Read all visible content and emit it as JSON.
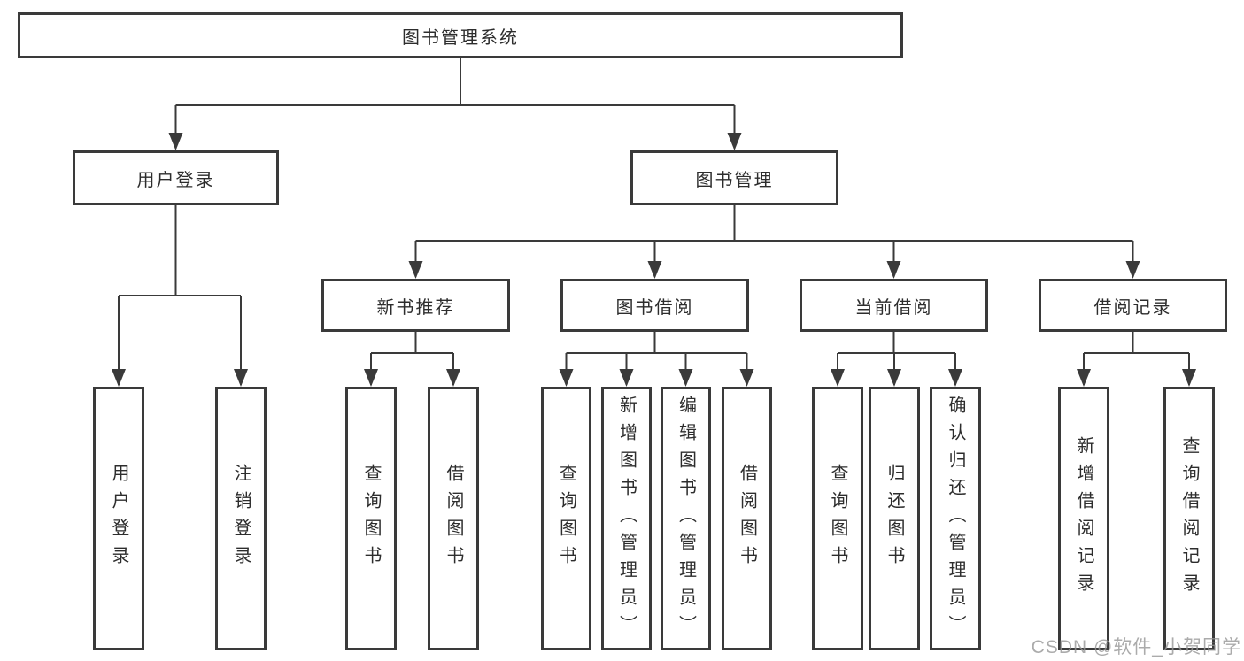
{
  "diagram_title": "图书管理系统",
  "tree": {
    "label": "图书管理系统",
    "children": [
      {
        "label": "用户登录",
        "children": [
          {
            "label": "用户登录"
          },
          {
            "label": "注销登录"
          }
        ]
      },
      {
        "label": "图书管理",
        "children": [
          {
            "label": "新书推荐",
            "children": [
              {
                "label": "查询图书"
              },
              {
                "label": "借阅图书"
              }
            ]
          },
          {
            "label": "图书借阅",
            "children": [
              {
                "label": "查询图书"
              },
              {
                "label": "新增图书（管理员）"
              },
              {
                "label": "编辑图书（管理员）"
              },
              {
                "label": "借阅图书"
              }
            ]
          },
          {
            "label": "当前借阅",
            "children": [
              {
                "label": "查询图书"
              },
              {
                "label": "归还图书"
              },
              {
                "label": "确认归还（管理员）"
              }
            ]
          },
          {
            "label": "借阅记录",
            "children": [
              {
                "label": "新增借阅记录"
              },
              {
                "label": "查询借阅记录"
              }
            ]
          }
        ]
      }
    ]
  },
  "watermark": {
    "text": "CSDN @软件_小贺同学"
  },
  "colors": {
    "line": "#3a3a3a",
    "box_border": "#3a3a3a",
    "text": "#2d2d2d",
    "watermark": "#969696",
    "background": "#ffffff"
  }
}
